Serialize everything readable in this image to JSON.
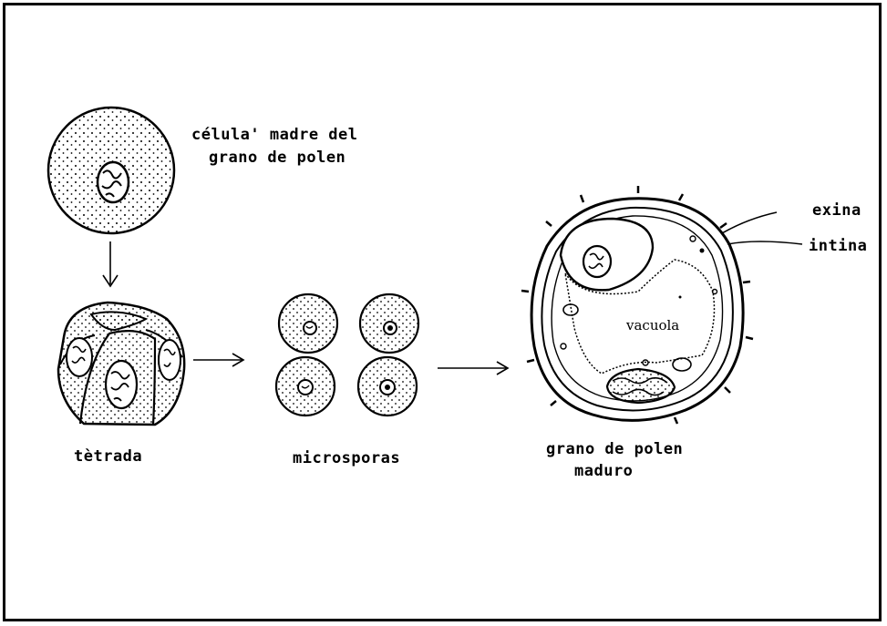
{
  "labels": {
    "mother_cell_line1": "célula' madre del",
    "mother_cell_line2": "grano de polen",
    "tetrad": "tètrada",
    "microspores": "microsporas",
    "mature_line1": "grano de polen",
    "mature_line2": "maduro",
    "exine": "exina",
    "intine": "intina",
    "vacuole": "vacuola"
  }
}
